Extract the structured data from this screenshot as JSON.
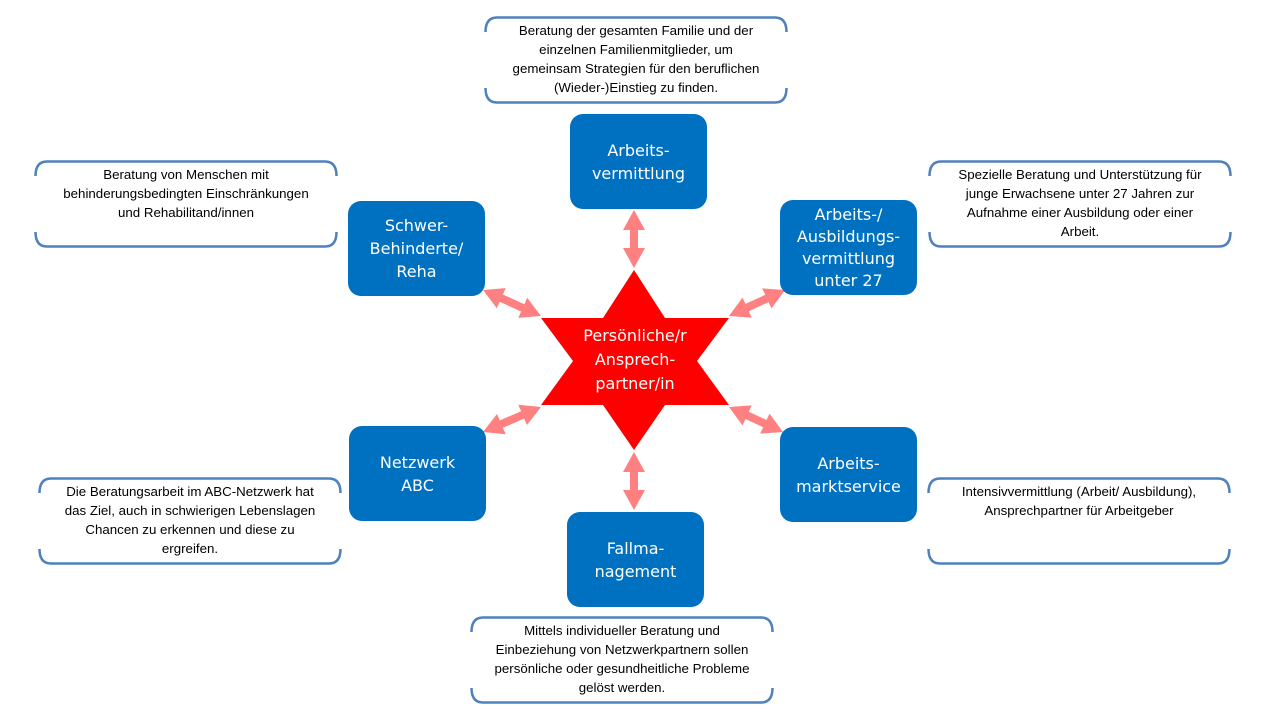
{
  "colors": {
    "node_fill": "#0070c0",
    "node_text": "#ffffff",
    "center_fill": "#ff0000",
    "arrow_fill": "#ff8080",
    "callout_border": "#4f81bd"
  },
  "center": {
    "label": "Persönliche/r\nAnsprech-\npartner/in",
    "shape": "six-pointed-star"
  },
  "nodes": [
    {
      "id": "arbeitsvermittlung",
      "label": "Arbeits-\nvermittlung"
    },
    {
      "id": "schwerbehinderte",
      "label": "Schwer-\nBehinderte/\nReha"
    },
    {
      "id": "u27",
      "label": "Arbeits-/\nAusbildungs-\nvermittlung\nunter 27"
    },
    {
      "id": "netzwerk-abc",
      "label": "Netzwerk\nABC"
    },
    {
      "id": "arbeitsmarktservice",
      "label": "Arbeits-\nmarktservice"
    },
    {
      "id": "fallmanagement",
      "label": "Fallma-\nnagement"
    }
  ],
  "callouts": [
    {
      "for": "arbeitsvermittlung",
      "text": "Beratung der gesamten Familie und der\neinzelnen Familienmitglieder, um\ngemeinsam Strategien für den beruflichen\n(Wieder-)Einstieg zu finden."
    },
    {
      "for": "schwerbehinderte",
      "text": "Beratung von Menschen mit\nbehinderungsbedingten Einschränkungen\nund Rehabilitand/innen"
    },
    {
      "for": "u27",
      "text": "Spezielle Beratung und Unterstützung für\njunge Erwachsene unter 27 Jahren zur\nAufnahme einer Ausbildung oder einer\nArbeit."
    },
    {
      "for": "netzwerk-abc",
      "text": "Die Beratungsarbeit im ABC-Netzwerk hat\ndas Ziel, auch in schwierigen Lebenslagen\nChancen zu erkennen und diese zu\nergreifen."
    },
    {
      "for": "arbeitsmarktservice",
      "text": "Intensivvermittlung (Arbeit/ Ausbildung),\nAnsprechpartner für Arbeitgeber"
    },
    {
      "for": "fallmanagement",
      "text": "Mittels individueller Beratung und\nEinbeziehung von Netzwerkpartnern sollen\npersönliche oder gesundheitliche Probleme\ngelöst werden."
    }
  ]
}
